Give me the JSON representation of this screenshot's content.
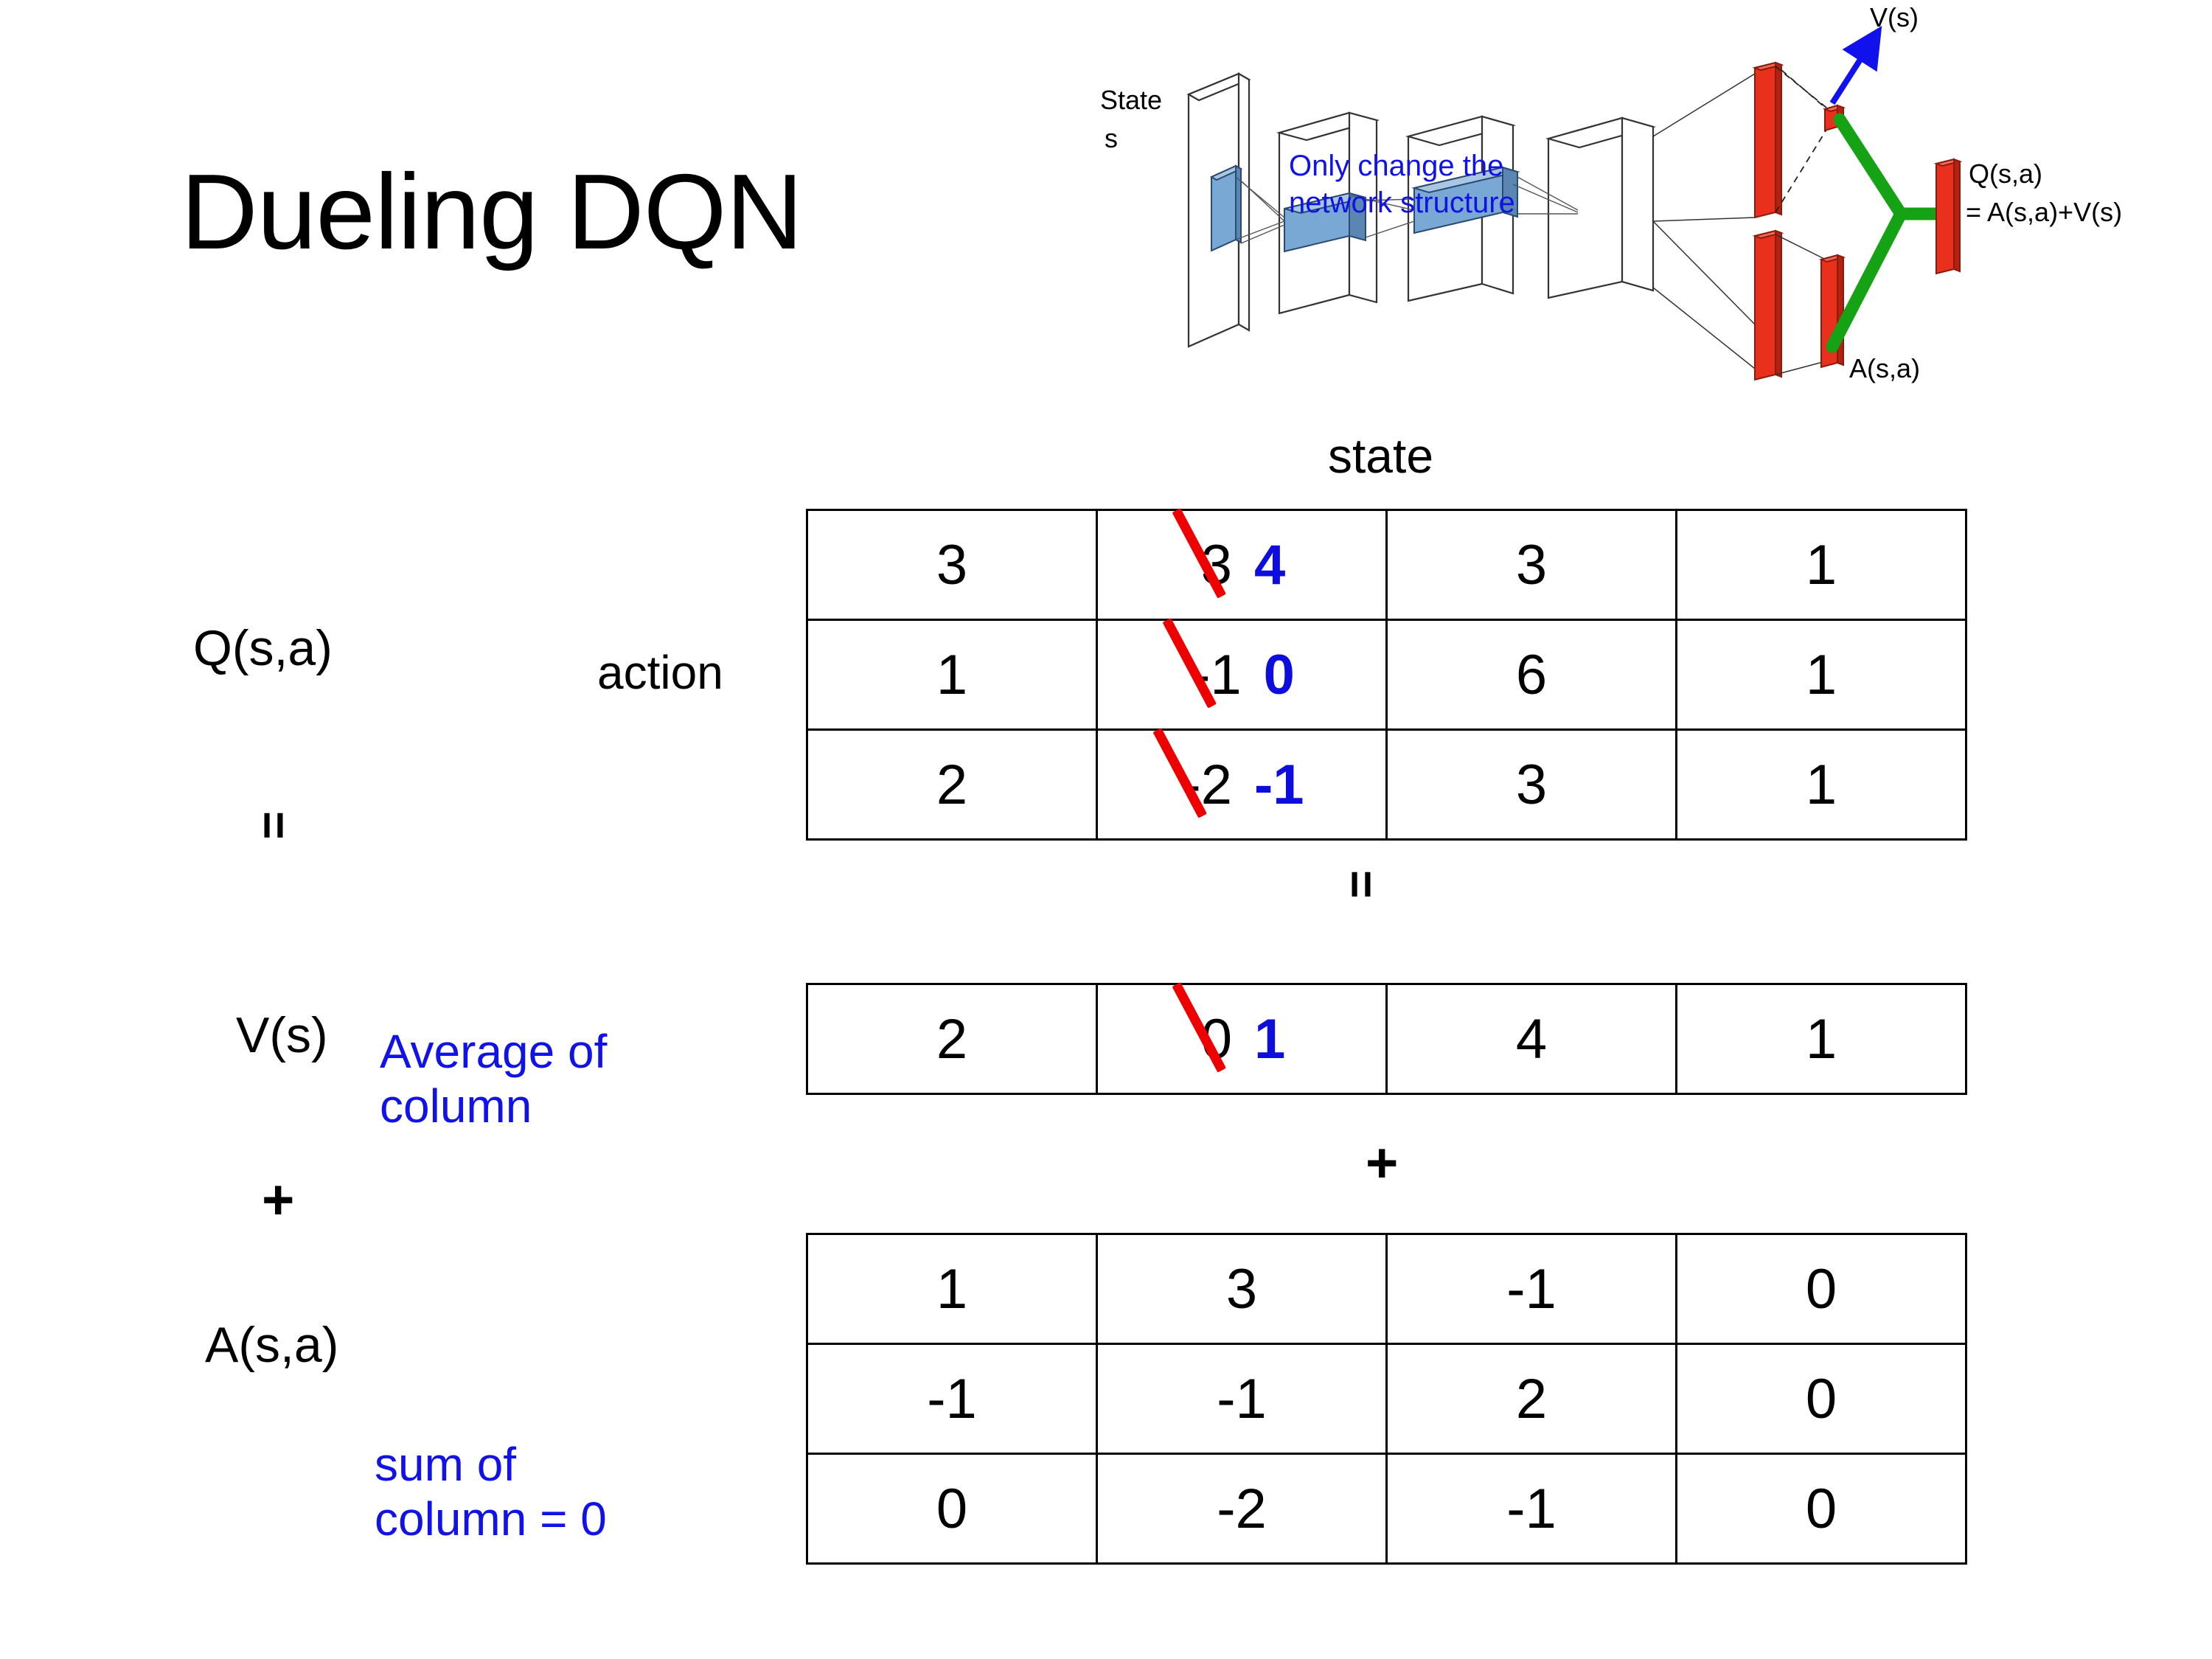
{
  "title": "Dueling DQN",
  "diagram": {
    "state_label_line1": "State",
    "state_label_line2": "s",
    "note_line1": "Only change the",
    "note_line2": "network structure",
    "vs_label": "V(s)",
    "asa_label": "A(s,a)",
    "qsa_label_line1": "Q(s,a)",
    "qsa_label_line2": "= A(s,a)+V(s)",
    "colors": {
      "note_blue": "#1112e8",
      "arrow_blue": "#1111ee",
      "bar_red": "#e8301c",
      "merge_green": "#15a215",
      "conv_blue": "#6699cc"
    }
  },
  "labels": {
    "q_label": "Q(s,a)",
    "v_label": "V(s)",
    "a_label": "A(s,a)",
    "action_label": "action",
    "state_label": "state",
    "equals_symbol": "=",
    "plus_symbol": "+",
    "average_note_line1": "Average of",
    "average_note_line2": "column",
    "sum_note_line1": "sum of",
    "sum_note_line2": "column = 0",
    "annotation_color": "#0d0ddd",
    "strike_color": "#ee0000"
  },
  "chart_data": {
    "type": "table",
    "title": "Dueling DQN  Q(s,a) = V(s) + A(s,a)",
    "column_axis": "state",
    "row_axis": "action",
    "tables": [
      {
        "name": "Q(s,a)",
        "rows": 3,
        "cols": 4,
        "values": [
          [
            "3",
            "3",
            "3",
            "1"
          ],
          [
            "1",
            "-1",
            "6",
            "1"
          ],
          [
            "2",
            "-2",
            "3",
            "1"
          ]
        ],
        "edits": [
          {
            "row": 0,
            "col": 1,
            "old": "3",
            "new": "4",
            "struck": true
          },
          {
            "row": 1,
            "col": 1,
            "old": "-1",
            "new": "0",
            "struck": true
          },
          {
            "row": 2,
            "col": 1,
            "old": "-2",
            "new": "-1",
            "struck": true
          }
        ]
      },
      {
        "name": "V(s)",
        "rows": 1,
        "cols": 4,
        "values": [
          [
            "2",
            "0",
            "4",
            "1"
          ]
        ],
        "edits": [
          {
            "row": 0,
            "col": 1,
            "old": "0",
            "new": "1",
            "struck": true
          }
        ]
      },
      {
        "name": "A(s,a)",
        "rows": 3,
        "cols": 4,
        "values": [
          [
            "1",
            "3",
            "-1",
            "0"
          ],
          [
            "-1",
            "-1",
            "2",
            "0"
          ],
          [
            "0",
            "-2",
            "-1",
            "0"
          ]
        ],
        "edits": []
      }
    ],
    "operators": [
      "=",
      "+"
    ],
    "notes": [
      "Average of column",
      "sum of column = 0",
      "Only change the network structure"
    ]
  }
}
